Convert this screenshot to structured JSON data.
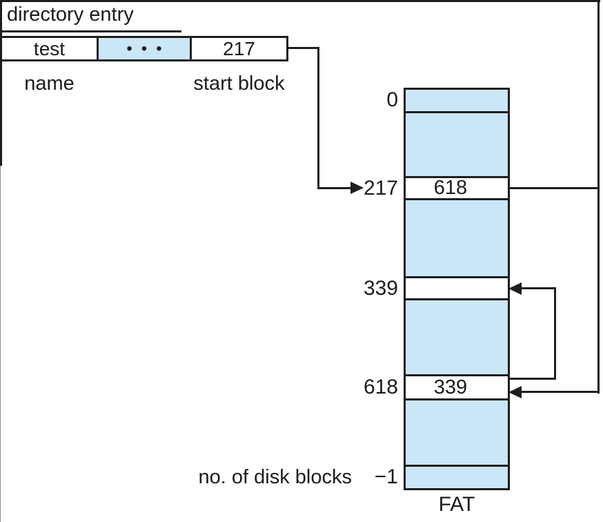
{
  "title": "directory entry",
  "directory_entry": {
    "name_value": "test",
    "ellipsis": "•••",
    "start_block_value": "217",
    "name_label": "name",
    "start_block_label": "start block"
  },
  "fat": {
    "caption": "FAT",
    "note": "no. of disk blocks",
    "rows": [
      {
        "index": "0",
        "value": ""
      },
      {
        "index": "217",
        "value": "618"
      },
      {
        "index": "339",
        "value": ""
      },
      {
        "index": "618",
        "value": "339"
      },
      {
        "index": "−1",
        "value": ""
      }
    ]
  },
  "links": {
    "start_pointer": {
      "from": "directory entry start block",
      "to": "217"
    },
    "chain": [
      {
        "from": "217",
        "value": "618",
        "to": "618"
      },
      {
        "from": "618",
        "value": "339",
        "to": "339"
      }
    ],
    "end_of_file_marker": "−1"
  },
  "colors": {
    "block_fill": "#cbe6f6",
    "line": "#1d1d1f"
  }
}
